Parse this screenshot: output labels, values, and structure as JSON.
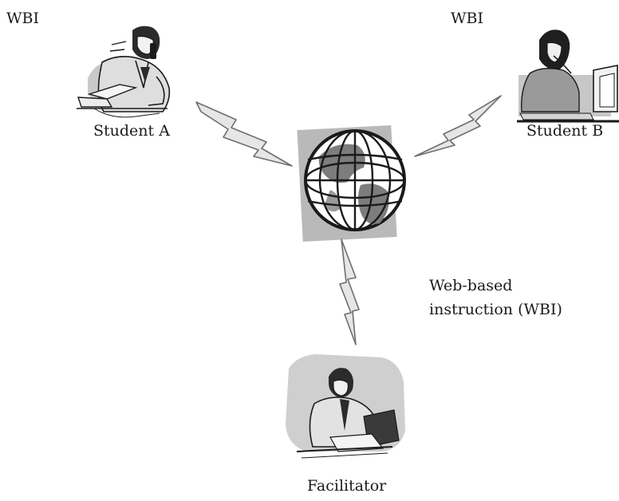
{
  "diagram": {
    "labels": {
      "wbi_top_left": "WBI",
      "wbi_top_right": "WBI",
      "student_a": "Student A",
      "student_b": "Student B",
      "center_line1": "Web-based",
      "center_line2": "instruction (WBI)",
      "facilitator": "Facilitator"
    },
    "nodes": [
      {
        "id": "student-a",
        "role": "student"
      },
      {
        "id": "student-b",
        "role": "student"
      },
      {
        "id": "facilitator",
        "role": "facilitator"
      },
      {
        "id": "globe",
        "role": "internet"
      }
    ],
    "links": [
      {
        "from": "student-a",
        "to": "globe"
      },
      {
        "from": "student-b",
        "to": "globe"
      },
      {
        "from": "facilitator",
        "to": "globe"
      }
    ],
    "icons": [
      "student-a-figure",
      "student-b-figure",
      "facilitator-figure",
      "globe-icon",
      "lightning-bolt-icon"
    ],
    "colors": {
      "ink": "#1a1a1a",
      "shadow_gray": "#b9b9b9",
      "bolt_fill": "#e6e6e6",
      "globe_fill": "#7d7d7d"
    }
  }
}
